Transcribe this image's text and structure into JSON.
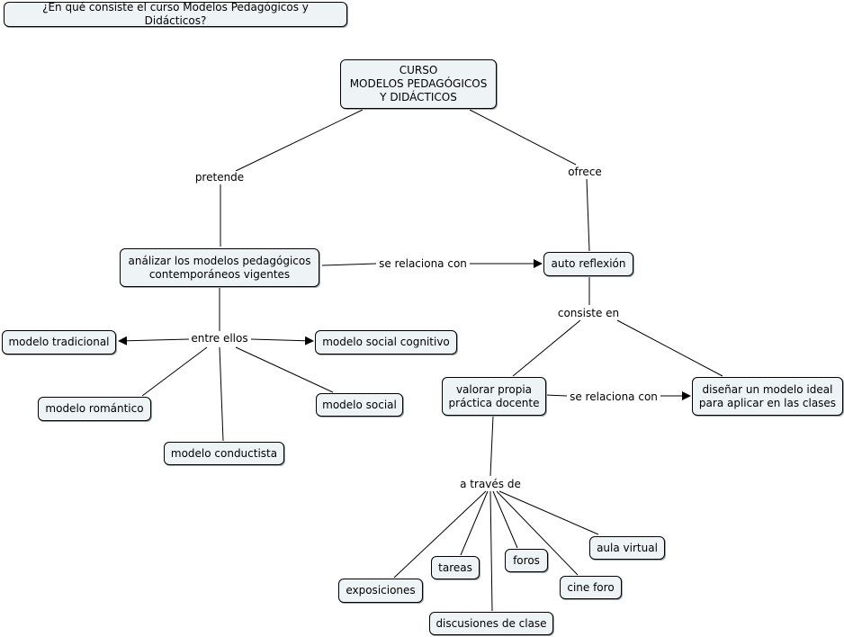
{
  "question": "¿En qué consiste el curso Modelos Pedagógicos y Didácticos?",
  "concepts": {
    "root": "CURSO\nMODELOS PEDAGÓGICOS\nY DIDÁCTICOS",
    "analizar": "análizar los modelos pedagógicos\ncontemporáneos vigentes",
    "autoreflexion": "auto reflexión",
    "tradicional": "modelo tradicional",
    "socialcognitivo": "modelo social cognitivo",
    "romantico": "modelo romántico",
    "social": "modelo social",
    "conductista": "modelo conductista",
    "valorar": "valorar propia\npráctica docente",
    "disenar": "diseñar un modelo ideal\npara aplicar en las clases",
    "aulavirtual": "aula virtual",
    "tareas": "tareas",
    "foros": "foros",
    "exposiciones": "exposiciones",
    "cineforo": "cine foro",
    "discusiones": "discusiones de clase"
  },
  "linking_phrases": {
    "pretende": "pretende",
    "ofrece": "ofrece",
    "serelaciona1": "se relaciona con",
    "entreellos": "entre ellos",
    "consisteen": "consiste en",
    "serelaciona2": "se relaciona con",
    "atravesde": "a través de"
  }
}
